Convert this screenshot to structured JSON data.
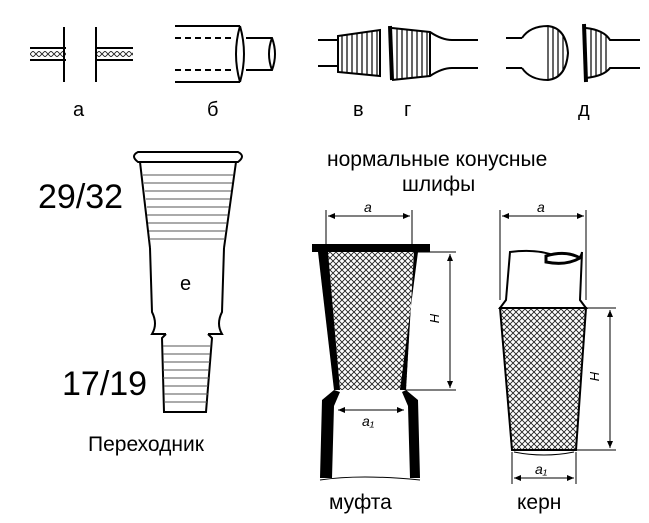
{
  "figure": {
    "row_labels": [
      "а",
      "б",
      "в",
      "г",
      "д"
    ],
    "adapter": {
      "top_size": "29/32",
      "bottom_size": "17/19",
      "middle_label": "е",
      "caption": "Переходник"
    },
    "title_line1": "нормальные конусные",
    "title_line2": "шлифы",
    "socket": {
      "caption": "муфта",
      "dim_top": "a",
      "dim_height": "H",
      "dim_bottom": "a₁"
    },
    "cone": {
      "caption": "керн",
      "dim_top": "a",
      "dim_height": "H",
      "dim_bottom": "a₁"
    }
  }
}
